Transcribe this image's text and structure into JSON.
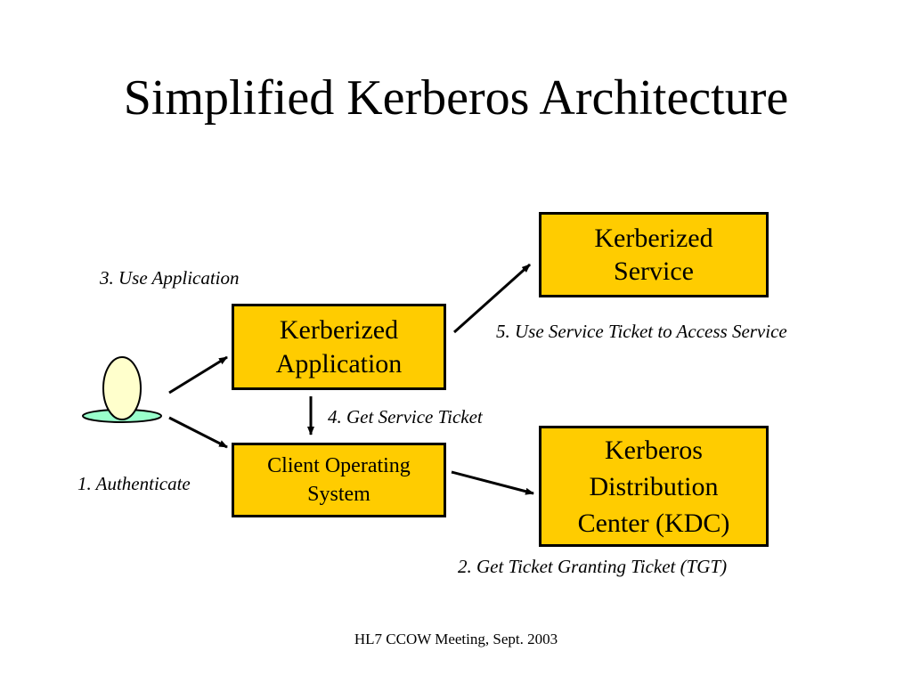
{
  "slide": {
    "title": "Simplified Kerberos Architecture",
    "footer": "HL7 CCOW Meeting, Sept. 2003"
  },
  "nodes": {
    "kerberized_service": {
      "lines": [
        "Kerberized",
        "Service"
      ]
    },
    "kerberized_application": {
      "lines": [
        "Kerberized",
        "Application"
      ]
    },
    "client_os": {
      "lines": [
        "Client Operating",
        "System"
      ]
    },
    "kdc": {
      "lines": [
        "Kerberos",
        "Distribution",
        "Center (KDC)"
      ]
    }
  },
  "edge_labels": {
    "use_application": "3. Use Application",
    "use_service_ticket": "5. Use Service Ticket to Access Service",
    "get_service_ticket": "4. Get Service Ticket",
    "authenticate": "1. Authenticate",
    "get_tgt": "2. Get Ticket Granting Ticket (TGT)"
  },
  "colors": {
    "box_fill": "#ffcc00",
    "box_border": "#000000",
    "user_head": "#ffffcc",
    "user_base": "#99ffcc"
  },
  "icons": {
    "user": "user-icon"
  }
}
